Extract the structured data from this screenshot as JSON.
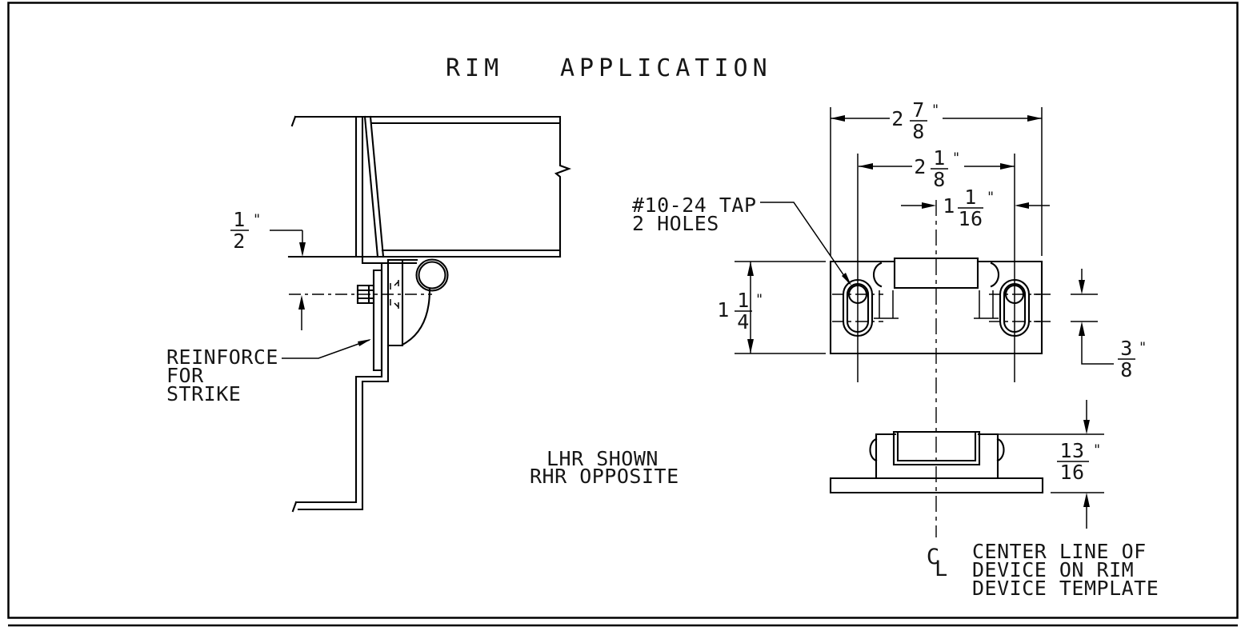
{
  "title": {
    "word1": "RIM",
    "word2": "APPLICATION"
  },
  "notes": {
    "reinforce": [
      "REINFORCE",
      "FOR",
      "STRIKE"
    ],
    "handing": [
      "LHR SHOWN",
      "RHR OPPOSITE"
    ],
    "tap": [
      "#10-24 TAP",
      "2 HOLES"
    ],
    "centerline_note": [
      "CENTER LINE OF",
      "DEVICE ON RIM",
      "DEVICE TEMPLATE"
    ],
    "centerline_symbol": {
      "c": "C",
      "l": "L"
    }
  },
  "dimensions": {
    "door_bottom_to_centerline": {
      "num": "1",
      "den": "2",
      "unit": "\""
    },
    "template_overall_width": {
      "whole": "2",
      "num": "7",
      "den": "8",
      "unit": "\""
    },
    "tap_hole_spacing": {
      "whole": "2",
      "num": "1",
      "den": "8",
      "unit": "\""
    },
    "centerline_to_hole": {
      "whole": "1",
      "num": "1",
      "den": "16",
      "unit": "\""
    },
    "template_height": {
      "whole": "1",
      "num": "1",
      "den": "4",
      "unit": "\""
    },
    "slot_adjustment": {
      "num": "3",
      "den": "8",
      "unit": "\""
    },
    "strike_projection": {
      "num": "13",
      "den": "16",
      "unit": "\""
    }
  },
  "colors": {
    "line": "#000000",
    "background": "#ffffff"
  }
}
